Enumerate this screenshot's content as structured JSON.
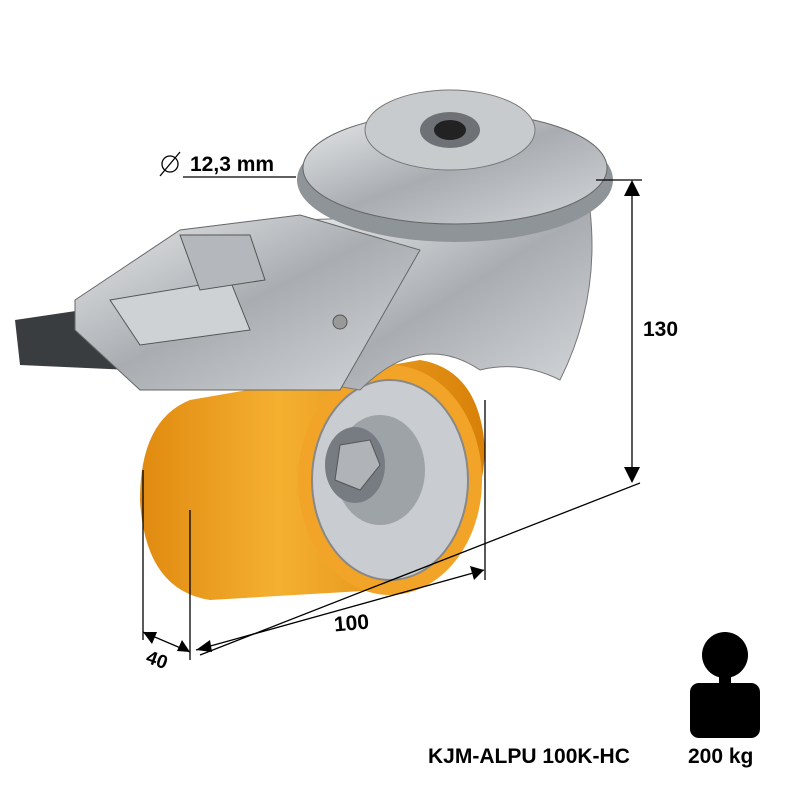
{
  "dimensions": {
    "bore_diameter": "12,3 mm",
    "height": "130",
    "wheel_diameter": "100",
    "wheel_width": "40"
  },
  "product": {
    "model": "KJM-ALPU 100K-HC",
    "load_capacity": "200 kg"
  },
  "icons": {
    "diameter": "diameter-icon",
    "weight": "weight-icon"
  },
  "colors": {
    "tread": "#f0a020",
    "steel": "#b8bcc0",
    "ink": "#000000"
  }
}
